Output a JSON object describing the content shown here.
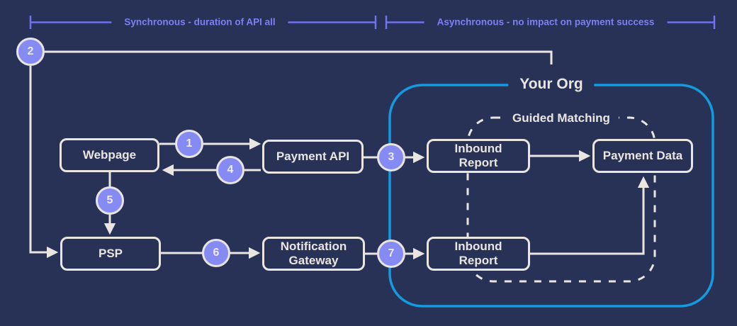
{
  "brackets": {
    "sync": {
      "label": "Synchronous - duration of API all"
    },
    "async": {
      "label": "Asynchronous - no impact on payment success"
    }
  },
  "containers": {
    "your_org": {
      "label": "Your Org"
    },
    "guided_matching": {
      "label": "Guided Matching"
    }
  },
  "nodes": {
    "webpage": {
      "label": "Webpage"
    },
    "payment_api": {
      "label": "Payment API"
    },
    "psp": {
      "label": "PSP"
    },
    "notification_gateway": {
      "label": "Notification Gateway"
    },
    "inbound_report_1": {
      "label": "Inbound Report"
    },
    "payment_data": {
      "label": "Payment Data"
    },
    "inbound_report_2": {
      "label": "Inbound Report"
    }
  },
  "steps": [
    "1",
    "2",
    "3",
    "4",
    "5",
    "6",
    "7"
  ],
  "colors": {
    "background": "#283156",
    "stroke_light": "#E9E6E1",
    "step_fill": "#868BF3",
    "bracket_purple": "#6F74EA",
    "bracket_text": "#7B81F4",
    "org_border_cyan": "#149BDF"
  }
}
